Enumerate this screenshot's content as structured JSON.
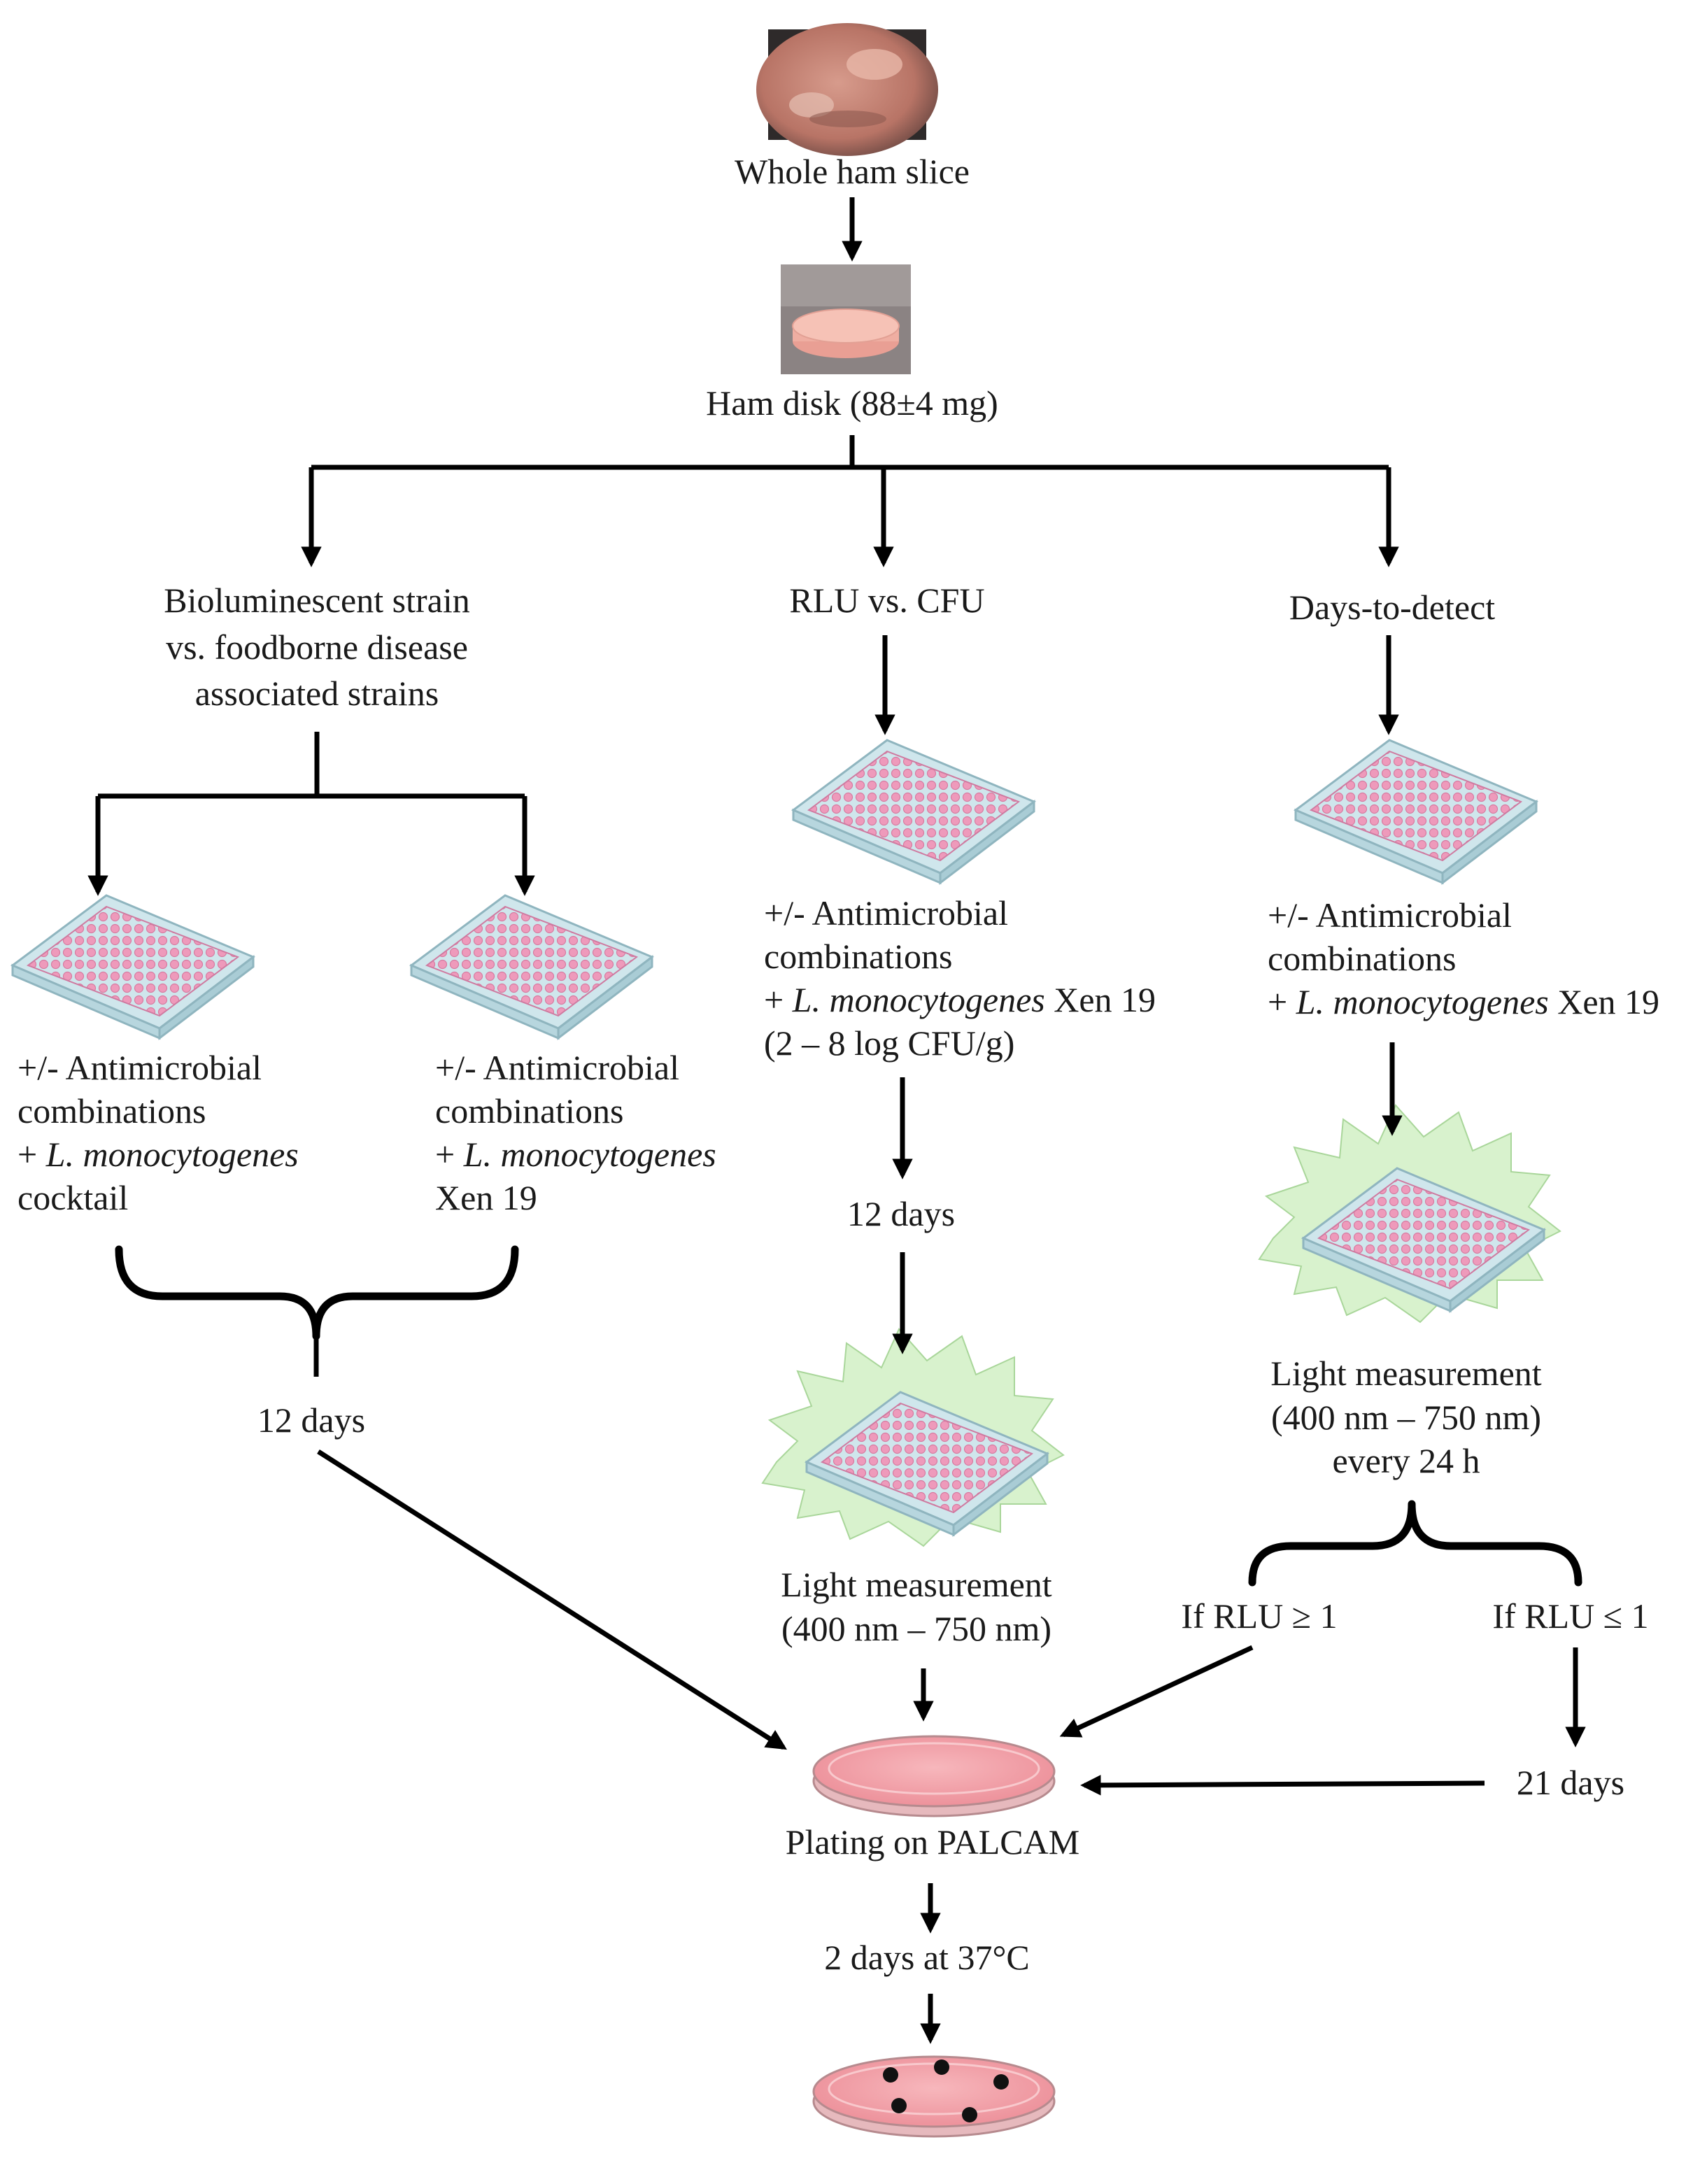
{
  "nodes": {
    "whole_ham": {
      "label": "Whole ham slice"
    },
    "ham_disk": {
      "label": "Ham disk (88±4 mg)"
    },
    "branch_bio": {
      "lines": [
        "Bioluminescent strain",
        "vs. foodborne disease",
        "associated strains"
      ]
    },
    "branch_rlu": {
      "label": "RLU vs. CFU"
    },
    "branch_days": {
      "label": "Days-to-detect"
    },
    "cocktail_text": {
      "line1": "+/- Antimicrobial",
      "line2": "combinations",
      "line3_prefix": "+ ",
      "line3_species": "L. monocytogenes",
      "line4": "cocktail"
    },
    "xen19_left_text": {
      "line1": "+/- Antimicrobial",
      "line2": "combinations",
      "line3_prefix": "+ ",
      "line3_species": "L. monocytogenes",
      "line4": "Xen 19"
    },
    "rlu_text": {
      "line1": "+/- Antimicrobial",
      "line2": "combinations",
      "line3_prefix": "+ ",
      "line3_species": "L. monocytogenes",
      "line3_suffix": " Xen 19",
      "line4": "(2 – 8 log CFU/g)"
    },
    "days_text": {
      "line1": "+/- Antimicrobial",
      "line2": "combinations",
      "line3_prefix": "+ ",
      "line3_species": "L. monocytogenes",
      "line3_suffix": " Xen 19"
    },
    "twelve_days_left": {
      "label": "12 days"
    },
    "twelve_days_mid": {
      "label": "12 days"
    },
    "light_mid": {
      "line1": "Light measurement",
      "line2": "(400 nm – 750 nm)"
    },
    "light_right": {
      "line1": "Light measurement",
      "line2": "(400 nm – 750 nm)",
      "line3": "every 24 h"
    },
    "if_ge": {
      "label": "If RLU ≥ 1"
    },
    "if_le": {
      "label": "If RLU ≤ 1"
    },
    "twenty_one": {
      "label": "21 days"
    },
    "plating": {
      "label": "Plating on PALCAM"
    },
    "incubation": {
      "label": "2 days at 37°C"
    }
  },
  "colors": {
    "plate_pink": "#f2a6c4",
    "plate_frame": "#d9ecf0",
    "glow_green": "#d4f0c8",
    "dish_pink": "#f29aa3",
    "ham_slice": "#c98a7c",
    "ham_disk": "#f4b8ac"
  }
}
